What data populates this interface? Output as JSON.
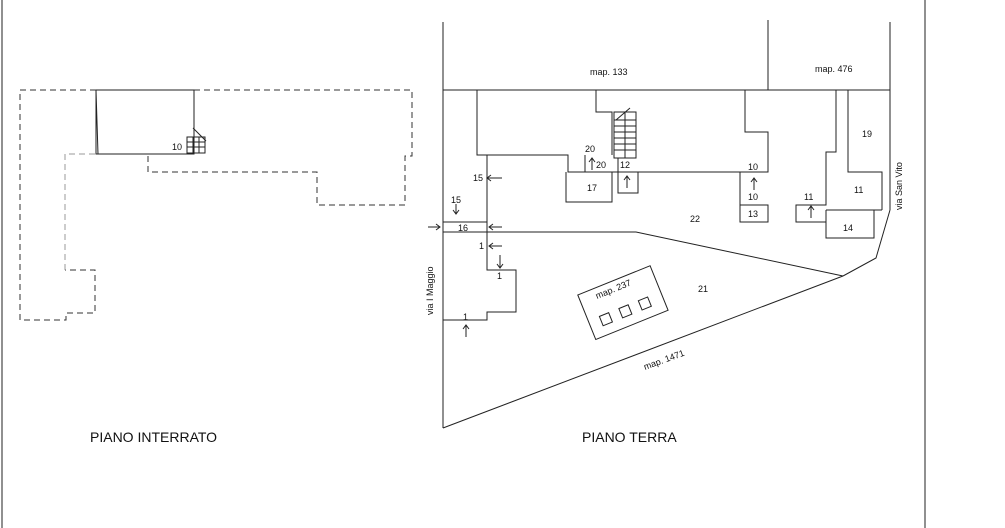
{
  "titles": {
    "basement": "PIANO INTERRATO",
    "ground": "PIANO TERRA"
  },
  "maps": {
    "map133": "map. 133",
    "map476": "map. 476",
    "map237": "map. 237",
    "map1471": "map. 1471"
  },
  "streets": {
    "via_maggio": "via I Maggio",
    "via_san_vito": "via San Vito"
  },
  "labels": {
    "basement_10": "10",
    "u20a": "20",
    "u20b": "20",
    "u12": "12",
    "u17": "17",
    "u10a": "10",
    "u10b": "10",
    "u13": "13",
    "u11a": "11",
    "u11b": "11",
    "u19": "19",
    "u14": "14",
    "u22": "22",
    "u21": "21",
    "u15a": "15",
    "u15b": "15",
    "u16": "16",
    "u1a": "1",
    "u1b": "1",
    "u1c": "1"
  },
  "colors": {
    "line": "#222222",
    "dashed_grey": "#999999",
    "background": "#ffffff"
  }
}
